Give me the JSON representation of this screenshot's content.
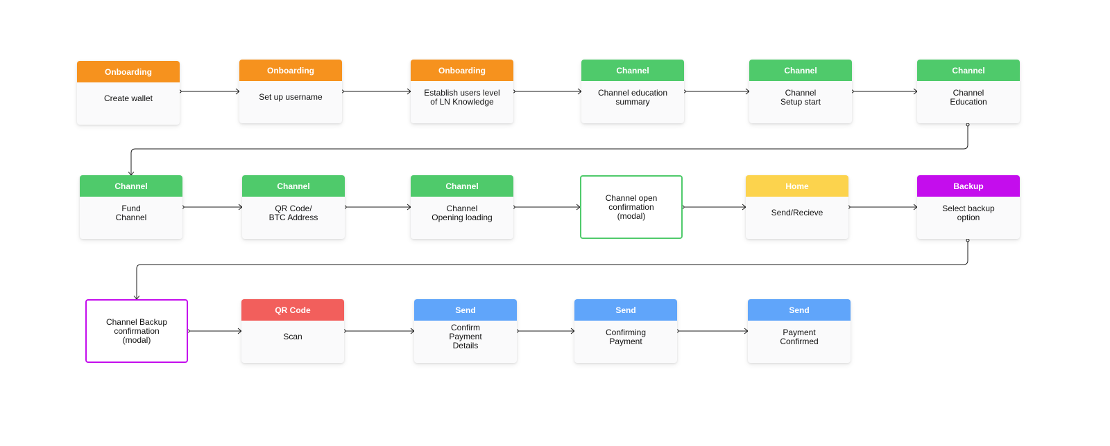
{
  "colors": {
    "Onboarding": "#f6921e",
    "Channel": "#4fca6b",
    "Home": "#fcd34d",
    "Backup": "#c40ded",
    "QR Code": "#f25f5c",
    "Send": "#60a5fa",
    "line": "#1a1a1a"
  },
  "nodes": [
    {
      "id": "n1",
      "category": "Onboarding",
      "text": "Create wallet"
    },
    {
      "id": "n2",
      "category": "Onboarding",
      "text": "Set up username"
    },
    {
      "id": "n3",
      "category": "Onboarding",
      "text": "Establish users level\nof LN Knowledge"
    },
    {
      "id": "n4",
      "category": "Channel",
      "text": "Channel education\nsummary"
    },
    {
      "id": "n5",
      "category": "Channel",
      "text": "Channel\nSetup start"
    },
    {
      "id": "n6",
      "category": "Channel",
      "text": "Channel\nEducation"
    },
    {
      "id": "n7",
      "category": "Channel",
      "text": "Fund\nChannel"
    },
    {
      "id": "n8",
      "category": "Channel",
      "text": "QR Code/\nBTC Address"
    },
    {
      "id": "n9",
      "category": "Channel",
      "text": "Channel\nOpening loading"
    },
    {
      "id": "n10",
      "modal": true,
      "border": "Channel",
      "text": "Channel open\nconfirmation\n(modal)"
    },
    {
      "id": "n11",
      "category": "Home",
      "text": "Send/Recieve"
    },
    {
      "id": "n12",
      "category": "Backup",
      "text": "Select backup\noption"
    },
    {
      "id": "n13",
      "modal": true,
      "border": "Backup",
      "text": "Channel Backup\nconfirmation\n(modal)"
    },
    {
      "id": "n14",
      "category": "QR Code",
      "text": "Scan"
    },
    {
      "id": "n15",
      "category": "Send",
      "text": "Confirm\nPayment\nDetails"
    },
    {
      "id": "n16",
      "category": "Send",
      "text": "Confirming\nPayment"
    },
    {
      "id": "n17",
      "category": "Send",
      "text": "Payment\nConfirmed"
    }
  ],
  "edges": [
    [
      "n1",
      "n2"
    ],
    [
      "n2",
      "n3"
    ],
    [
      "n3",
      "n4"
    ],
    [
      "n4",
      "n5"
    ],
    [
      "n5",
      "n6"
    ],
    [
      "n6",
      "n7"
    ],
    [
      "n7",
      "n8"
    ],
    [
      "n8",
      "n9"
    ],
    [
      "n9",
      "n10"
    ],
    [
      "n10",
      "n11"
    ],
    [
      "n11",
      "n12"
    ],
    [
      "n12",
      "n13"
    ],
    [
      "n13",
      "n14"
    ],
    [
      "n14",
      "n15"
    ],
    [
      "n15",
      "n16"
    ],
    [
      "n16",
      "n17"
    ]
  ]
}
